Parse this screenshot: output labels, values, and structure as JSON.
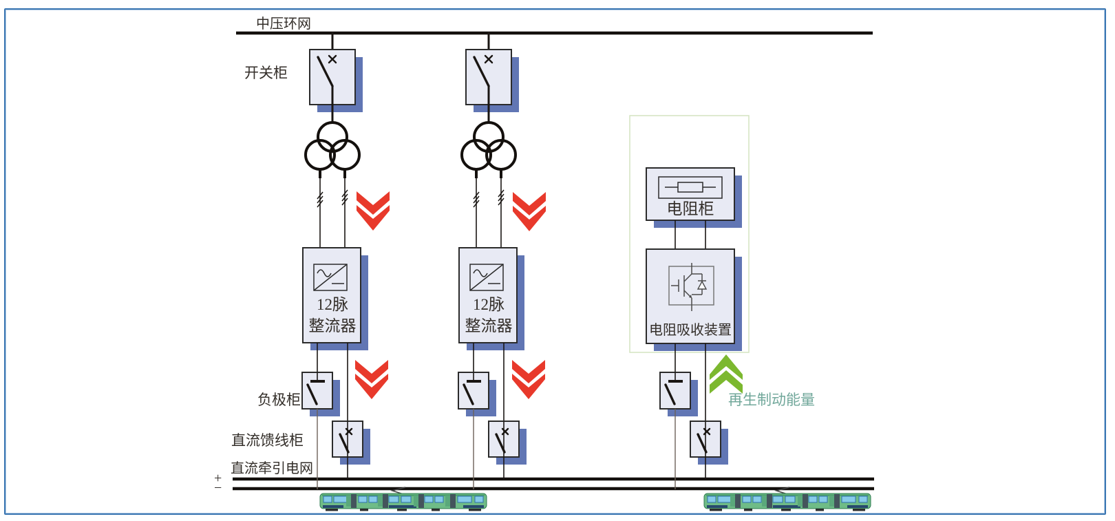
{
  "figure": {
    "description": "DC traction power supply one-line diagram with regenerative braking energy absorption",
    "top_bus_label": "中压环网",
    "switchgear_label": "开关柜",
    "negative_cabinet_label": "负极柜",
    "dc_feeder_label": "直流馈线柜",
    "dc_traction_label": "直流牵引电网",
    "plus_label": "+",
    "minus_label": "−",
    "rectifier_units": [
      {
        "line1": "12脉",
        "line2": "整流器"
      },
      {
        "line1": "12脉",
        "line2": "整流器"
      }
    ],
    "regen_unit": {
      "resistor_label": "电阻柜",
      "absorber_label": "电阻吸收装置",
      "arrow_label": "再生制动能量"
    },
    "colors": {
      "cabinet_fill": "#e8eaf4",
      "cabinet_border": "#2b2b2b",
      "cabinet_shadow": "#6176b4",
      "power_arrow_red": "#e8392b",
      "regen_arrow_green": "#7cb82f",
      "regen_text_teal": "#70a79a",
      "frame_blue": "#3a76b2",
      "regen_box_border": "#d4e4c0",
      "tram_body_green": "#6fbc87",
      "tram_window_blue": "#86cbe9"
    },
    "symbols": {
      "switchgear": "circuit-breaker-icon",
      "transformer": "three-circle-transformer-icon",
      "rectifier": "ac-dc-rectifier-icon",
      "negative_switch": "disconnect-switch-icon",
      "feeder_switch": "circuit-breaker-icon",
      "resistor": "resistor-icon",
      "absorber": "igbt-chopper-icon",
      "power_flow": "double-chevron-down-arrow-icon",
      "regen_flow": "double-chevron-up-arrow-icon",
      "vehicle": "tram-icon"
    }
  }
}
